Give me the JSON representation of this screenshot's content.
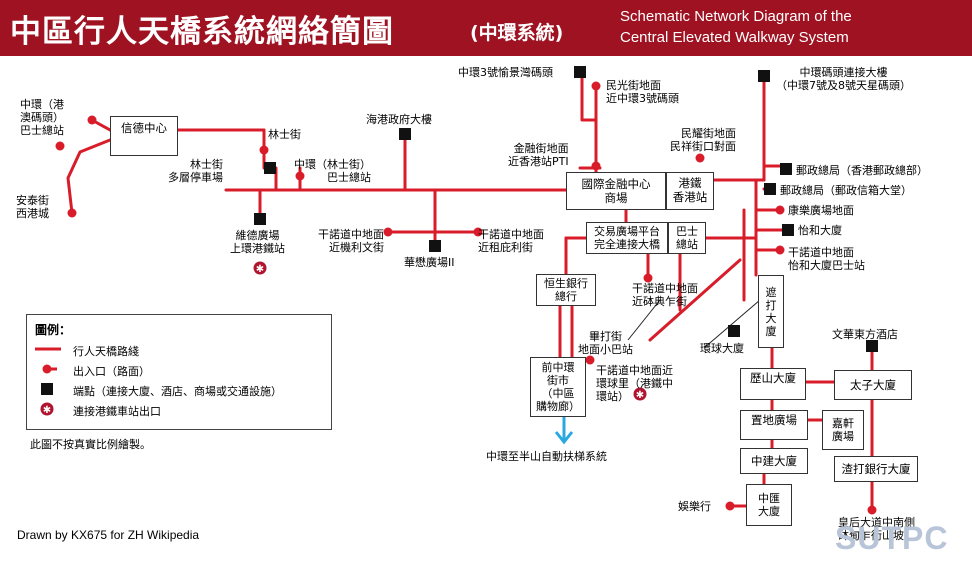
{
  "title": {
    "zh": "中區行人天橋系統網絡簡圖",
    "zh_sub": "(中環系統)",
    "en_line1": "Schematic Network Diagram of the",
    "en_line2": "Central Elevated Walkway System"
  },
  "labels": {
    "ifc_pier3": "中環3號愉景灣碼頭",
    "man_kwong": "民光街地面\n近中環3號碼頭",
    "pier_link": "中環碼頭連接大樓\n（中環7號及8號天星碼頭）",
    "ferry_bus": "中環（港\n澳碼頭）\n巴士總站",
    "on_tai": "安泰街\n西港城",
    "lambert": "林士街",
    "lambert_car": "林士街\n多層停車場",
    "govt_hq": "海港政府大樓",
    "central_bus": "中環（林士街）\n巴士總站",
    "ifc_pti": "金融街地面\n近香港站PTI",
    "man_yiu": "民耀街地面\n民祥街口對面",
    "gpo_hk": "郵政總局（香港郵政總部）",
    "gpo_old": "郵政總局（郵政信箱大堂）",
    "connaught_place": "康樂廣場地面",
    "jardine": "怡和大廈",
    "des_voeux_jardine": "干諾道中地面\n怡和大廈巴士站",
    "vicwood": "維德廣場\n上環港鐵站",
    "des_voeux_kwong": "干諾道中地面\n近機利文街",
    "des_voeux_cheung": "干諾道中地面\n近租庇利街",
    "wing_on": "華懋廣場II",
    "des_voeux_jubilee": "干諾道中地面\n近砵典乍街",
    "pedder_bus": "畢打街\n地面小巴站",
    "des_voeux_wwh": "干諾道中地面近\n環球里（港鐵中\n環站）",
    "worldwide": "環球大廈",
    "mandarin": "文華東方酒店",
    "escalator": "中環至半山自動扶梯系統",
    "entertainment": "娛樂行",
    "queens_road": "皇后大道中南側\n砵甸乍街山坡"
  },
  "boxes": {
    "shun_tak": "信德中心",
    "ifc": "國際金融中心\n商場",
    "hk_station": "港鐵\n香港站",
    "exchange": "交易廣場平台\n完全連接大橋",
    "ifc_bus": "巴士\n總站",
    "hang_seng": "恒生銀行\n總行",
    "central_market": "前中環\n街市\n（中區\n購物廊）",
    "chater": "遮\n打\n大\n廈",
    "alexandra": "歷山大廈",
    "princes": "太子大廈",
    "landmark": "置地廣場",
    "gloucester": "嘉軒\n廣場",
    "china_building": "中建大廈",
    "standard_chartered": "渣打銀行大廈",
    "central_building": "中匯\n大廈"
  },
  "legend": {
    "title": "圖例：",
    "walkway": "行人天橋路綫",
    "exit": "出入口（路面）",
    "endpoint": "端點（連接大廈、酒店、商場或交通設施）",
    "mtr": "連接港鐵車站出口"
  },
  "note": "此圖不按真實比例繪製。",
  "credit": "Drawn by KX675 for ZH Wikipedia",
  "watermark": "SUTPC",
  "colors": {
    "banner": "#9e1221",
    "route": "#d81c2a",
    "escalator": "#2aa8e0",
    "endpoint": "#111111"
  }
}
